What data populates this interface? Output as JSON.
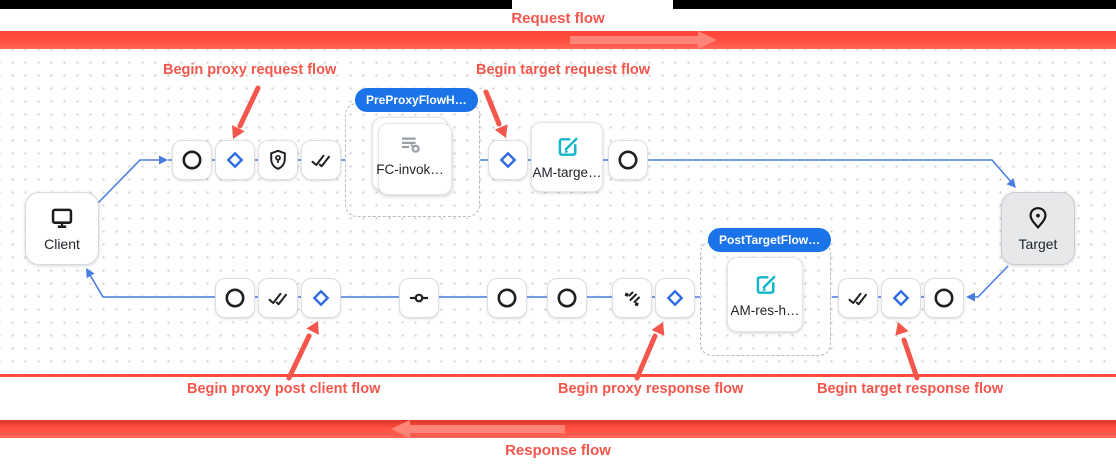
{
  "annotations": {
    "request_flow": "Request flow",
    "response_flow": "Response flow",
    "begin_proxy_request": "Begin proxy request flow",
    "begin_target_request": "Begin target request flow",
    "begin_proxy_post_client": "Begin proxy post client flow",
    "begin_proxy_response": "Begin proxy response flow",
    "begin_target_response": "Begin target response flow"
  },
  "badges": {
    "pre_proxy": "PreProxyFlowH…",
    "post_target": "PostTargetFlow…"
  },
  "nodes": {
    "client": "Client",
    "target": "Target",
    "flow_callout": "FC-invok…",
    "am_target": "AM-targe…",
    "am_response": "AM-res-h…"
  },
  "icons": {
    "client": "monitor-icon",
    "target": "location-pin-icon",
    "policy_edit": "edit-square-icon",
    "flow_callout": "flow-callout-icon",
    "step_icons_request": [
      "circle-icon",
      "diamond-icon",
      "shield-lock-icon",
      "double-check-icon",
      "diamond-icon",
      "circle-icon"
    ],
    "step_icons_response": [
      "circle-icon",
      "double-check-icon",
      "diamond-icon",
      "commit-icon",
      "circle-icon",
      "circle-icon",
      "signal-icon",
      "diamond-icon",
      "double-check-icon",
      "diamond-icon",
      "circle-icon"
    ]
  },
  "flow": {
    "request_order": [
      "Client",
      "circle",
      "diamond",
      "shield",
      "double-check",
      "PreProxyFlowHook: FC-invok…",
      "diamond",
      "AM-targe…",
      "circle",
      "Target"
    ],
    "response_order": [
      "Target",
      "circle",
      "diamond",
      "double-check",
      "PostTargetFlowHook: AM-res-h…",
      "diamond",
      "signal",
      "circle",
      "circle",
      "commit",
      "diamond",
      "double-check",
      "circle",
      "Client"
    ]
  },
  "colors": {
    "annotation_red": "#f4564c",
    "bar_red": "#ff4b3e",
    "badge_blue": "#1a73e8",
    "connector_blue": "#4a7de2",
    "policy_teal": "#12b5cb"
  }
}
